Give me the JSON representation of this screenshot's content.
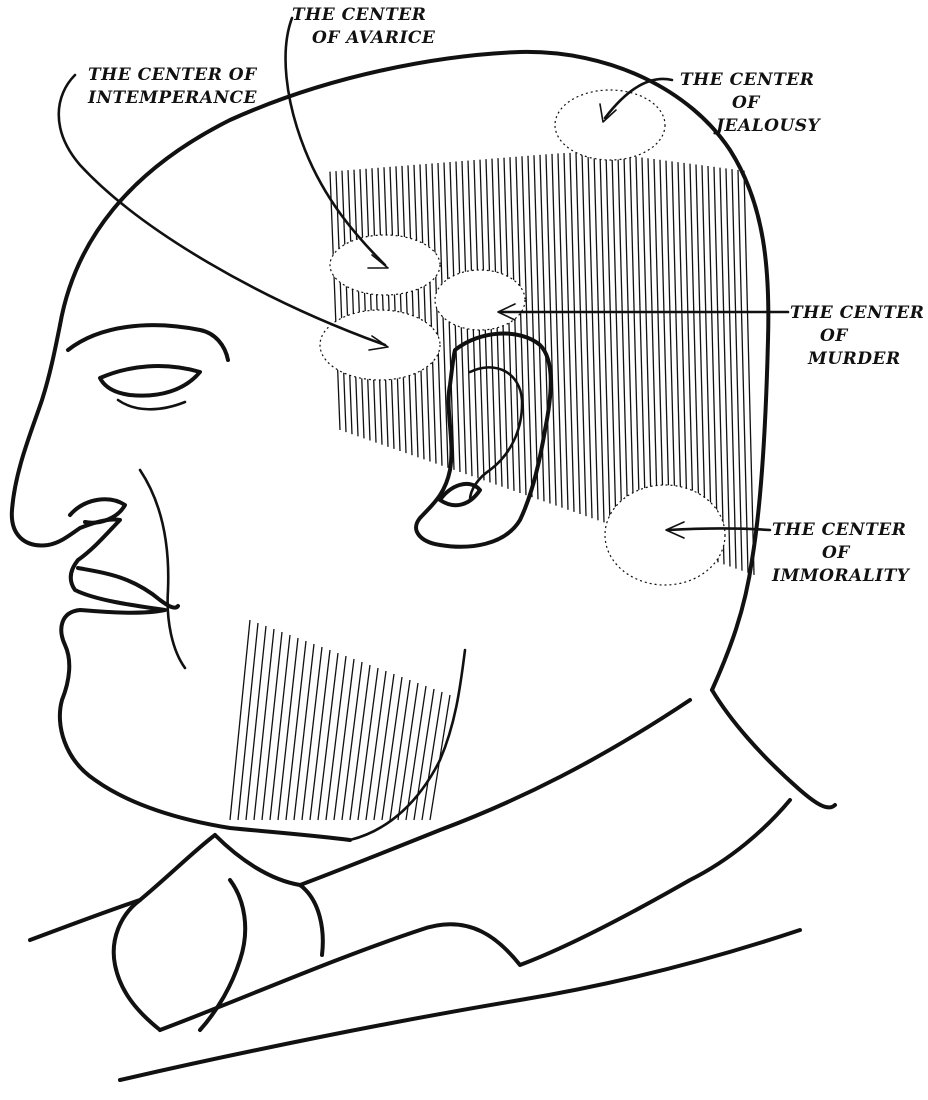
{
  "figure": {
    "colors": {
      "ink": "#111111",
      "paper": "#ffffff"
    },
    "labels": [
      {
        "id": "interperance",
        "lines": [
          "THE CENTER OF",
          "INTEMPERANCE"
        ]
      },
      {
        "id": "avarice",
        "lines": [
          "THE CENTER",
          "OF AVARICE"
        ]
      },
      {
        "id": "jealousy",
        "lines": [
          "THE CENTER",
          "OF",
          "JEALOUSY"
        ]
      },
      {
        "id": "murder",
        "lines": [
          "THE CENTER",
          "OF",
          "MURDER"
        ]
      },
      {
        "id": "immorality",
        "lines": [
          "THE CENTER",
          "OF",
          "IMMORALITY"
        ]
      }
    ]
  }
}
